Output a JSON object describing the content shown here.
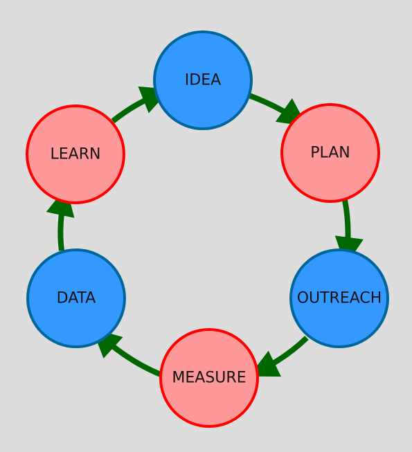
{
  "diagram": {
    "type": "cycle",
    "colors": {
      "background": "#dddddd",
      "blue_fill": "#3399ff",
      "blue_stroke": "#006699",
      "red_fill": "#ff9999",
      "red_stroke": "#ff0000",
      "arrow": "#006600"
    },
    "nodes": [
      {
        "id": "idea",
        "label": "IDEA",
        "style": "blue"
      },
      {
        "id": "plan",
        "label": "PLAN",
        "style": "red"
      },
      {
        "id": "outreach",
        "label": "OUTREACH",
        "style": "blue"
      },
      {
        "id": "measure",
        "label": "MEASURE",
        "style": "red"
      },
      {
        "id": "data",
        "label": "DATA",
        "style": "blue"
      },
      {
        "id": "learn",
        "label": "LEARN",
        "style": "red"
      }
    ],
    "edges": [
      {
        "from": "idea",
        "to": "plan"
      },
      {
        "from": "plan",
        "to": "outreach"
      },
      {
        "from": "outreach",
        "to": "measure"
      },
      {
        "from": "measure",
        "to": "data"
      },
      {
        "from": "data",
        "to": "learn"
      },
      {
        "from": "learn",
        "to": "idea"
      }
    ]
  }
}
